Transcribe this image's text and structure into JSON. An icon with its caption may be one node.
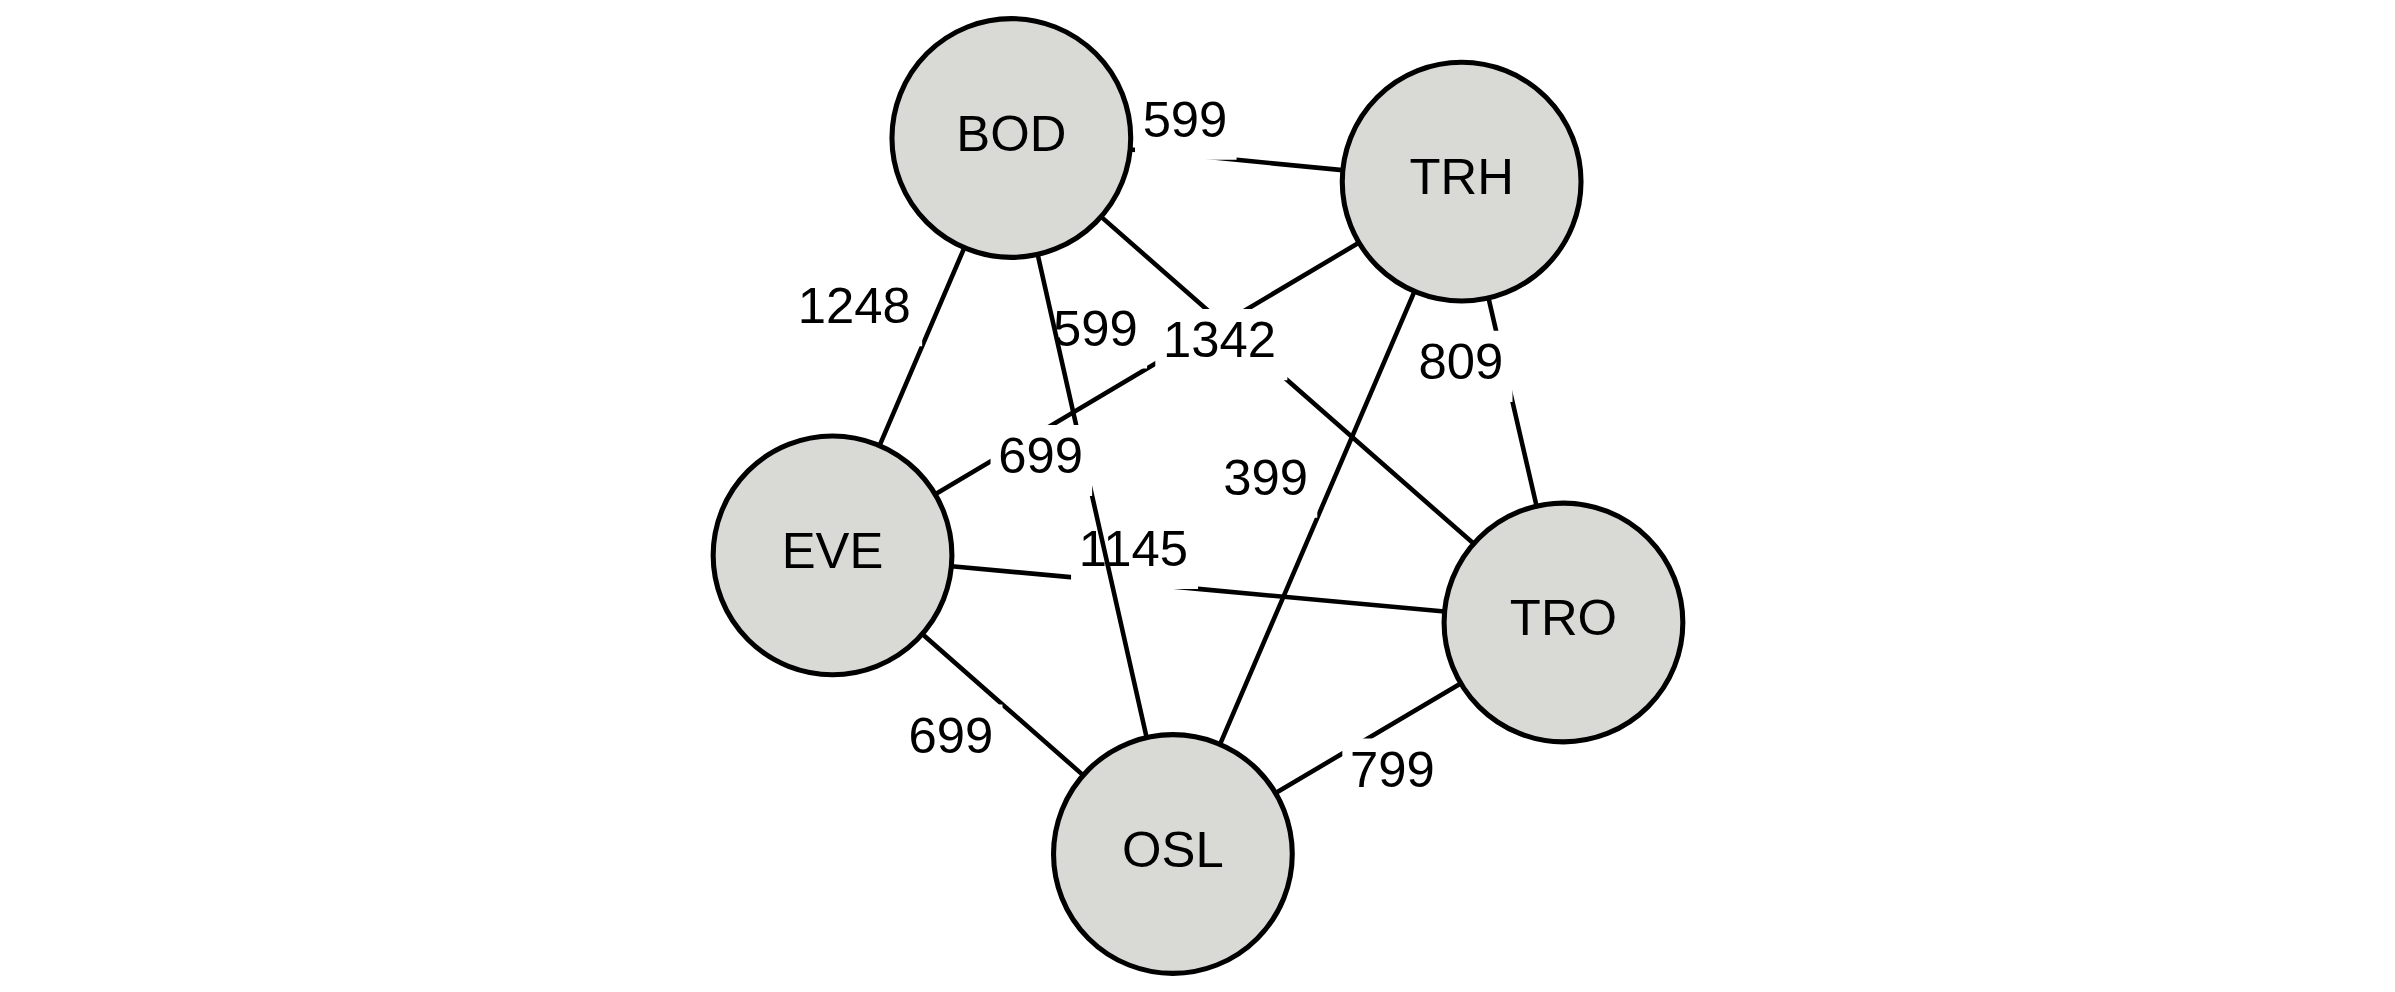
{
  "diagram": {
    "nodes": [
      {
        "text": [
          "EVE"
        ]
      },
      {
        "text": [
          "TRO"
        ]
      },
      {
        "text": [
          "OSL"
        ]
      },
      {
        "text": [
          "BOD"
        ]
      },
      {
        "text": [
          "TRH"
        ]
      }
    ],
    "edges": [
      {
        "from": 0,
        "to": 1,
        "arrow": "none",
        "label": "1145"
      },
      {
        "from": 0,
        "to": 2,
        "arrow": "none",
        "label": "699"
      },
      {
        "from": 0,
        "to": 4,
        "arrow": "none",
        "label": "599"
      },
      {
        "from": 0,
        "to": 3,
        "arrow": "none",
        "label": "1248"
      },
      {
        "from": 1,
        "to": 2,
        "arrow": "none",
        "label": "799"
      },
      {
        "from": 1,
        "to": 3,
        "arrow": "none",
        "label": "1342"
      },
      {
        "from": 1,
        "to": 4,
        "arrow": "none",
        "label": "809"
      },
      {
        "from": 3,
        "to": 2,
        "arrow": "none",
        "label": "699"
      },
      {
        "from": 4,
        "to": 2,
        "arrow": "none",
        "label": "399"
      },
      {
        "from": 3,
        "to": 4,
        "arrow": "none",
        "label": "599"
      }
    ]
  }
}
